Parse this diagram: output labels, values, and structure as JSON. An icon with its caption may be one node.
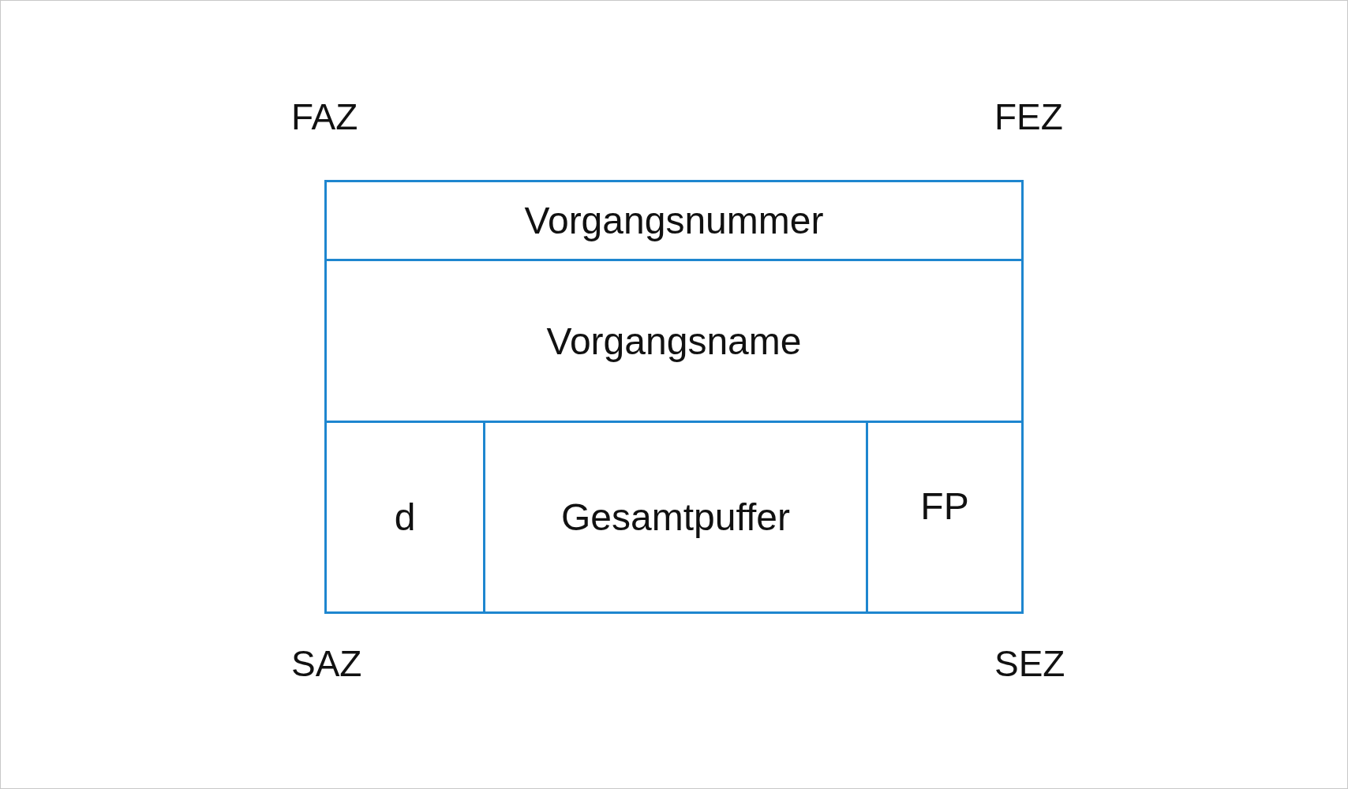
{
  "diagram": {
    "nodes": [
      {
        "text": [
          "Vorgangsnummer"
        ]
      },
      {
        "text": [
          "Vorgangsname"
        ]
      },
      {
        "text": [
          "d"
        ]
      },
      {
        "text": [
          "Gesamtpuffer"
        ]
      },
      {
        "text": [
          "FP"
        ]
      }
    ],
    "edges": [],
    "labels": [
      "FAZ",
      "FEZ",
      "SAZ",
      "SEZ"
    ]
  }
}
